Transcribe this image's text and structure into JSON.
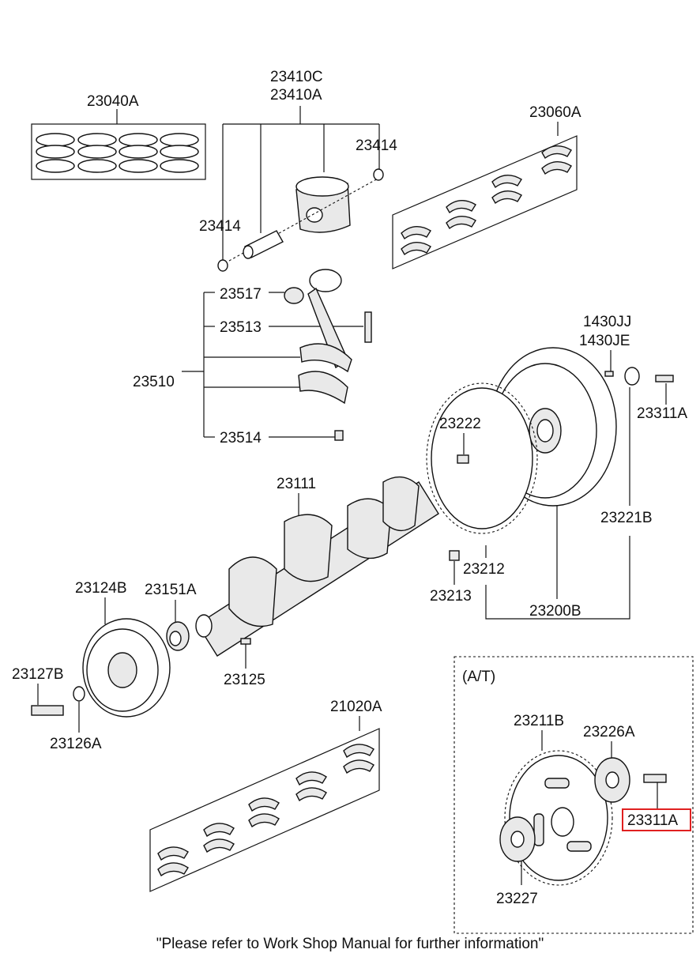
{
  "labels": {
    "p23040A": "23040A",
    "p23410C": "23410C",
    "p23410A": "23410A",
    "p23414_top": "23414",
    "p23414_left": "23414",
    "p23060A": "23060A",
    "p23517": "23517",
    "p23513": "23513",
    "p23510": "23510",
    "p23514": "23514",
    "p1430JJ": "1430JJ",
    "p1430JE": "1430JE",
    "p23311A_top": "23311A",
    "p23222": "23222",
    "p23221B": "23221B",
    "p23111": "23111",
    "p23212": "23212",
    "p23213": "23213",
    "p23200B": "23200B",
    "p23124B": "23124B",
    "p23151A": "23151A",
    "p23127B": "23127B",
    "p23125": "23125",
    "p23126A": "23126A",
    "p21020A": "21020A",
    "at_label": "(A/T)",
    "p23211B": "23211B",
    "p23226A": "23226A",
    "p23311A_at": "23311A",
    "p23227": "23227"
  },
  "footer": "\"Please refer to Work Shop Manual for further information\"",
  "colors": {
    "highlight": "#e02020",
    "ink": "#111111"
  }
}
